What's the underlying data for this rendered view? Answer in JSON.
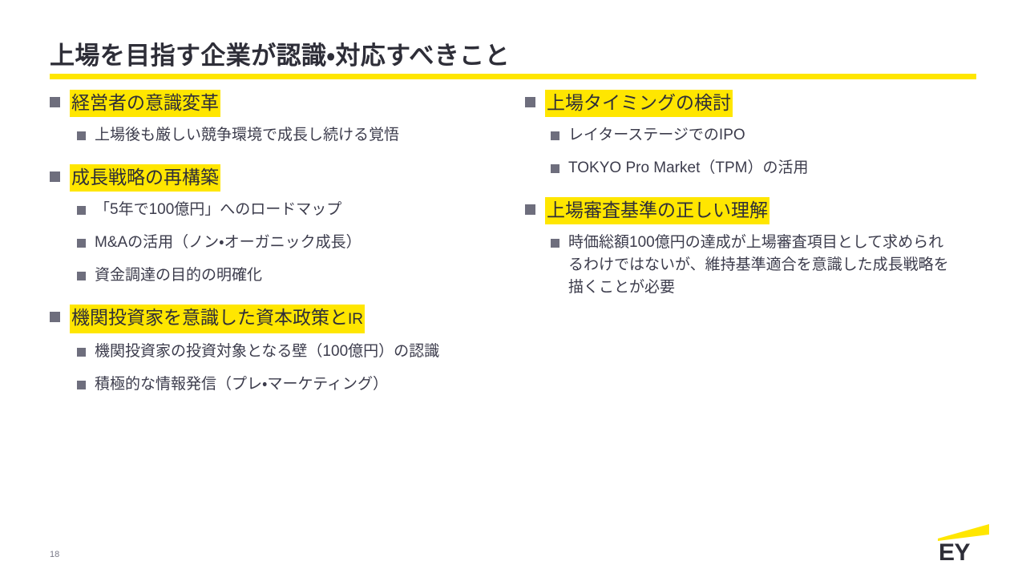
{
  "slide": {
    "title": "上場を目指す企業が認識・対応すべきこと",
    "page_number": "18",
    "accent_color": "#ffe600",
    "highlight_color": "#ffe600",
    "bullet_color": "#6e6e7d",
    "text_color": "#3c3c4c",
    "title_color": "#2e2e38",
    "background_color": "#ffffff"
  },
  "left_column": {
    "groups": [
      {
        "heading": "経営者の意識変革",
        "items": [
          "上場後も厳しい競争環境で成長し続ける覚悟"
        ]
      },
      {
        "heading": "成長戦略の再構築",
        "items": [
          "「5年で100億円」へのロードマップ",
          "M&Aの活用（ノン・オーガニック成長）",
          "資金調達の目的の明確化"
        ]
      },
      {
        "heading_main": "機関投資家を意識した資本政策と",
        "heading_latin": "IR",
        "heading": "機関投資家を意識した資本政策とIR",
        "items": [
          "機関投資家の投資対象となる壁（100億円）の認識",
          "積極的な情報発信（プレ・マーケティング）"
        ]
      }
    ]
  },
  "right_column": {
    "groups": [
      {
        "heading": "上場タイミングの検討",
        "items": [
          "レイターステージでのIPO",
          "TOKYO Pro Market（TPM）の活用"
        ]
      },
      {
        "heading": "上場審査基準の正しい理解",
        "items": [
          "時価総額100億円の達成が上場審査項目として求められるわけではないが、維持基準適合を意識した成長戦略を描くことが必要"
        ]
      }
    ]
  },
  "logo": {
    "name": "ey-logo",
    "wordmark": "EY",
    "beam_color": "#ffe600",
    "wordmark_color": "#2e2e38"
  }
}
